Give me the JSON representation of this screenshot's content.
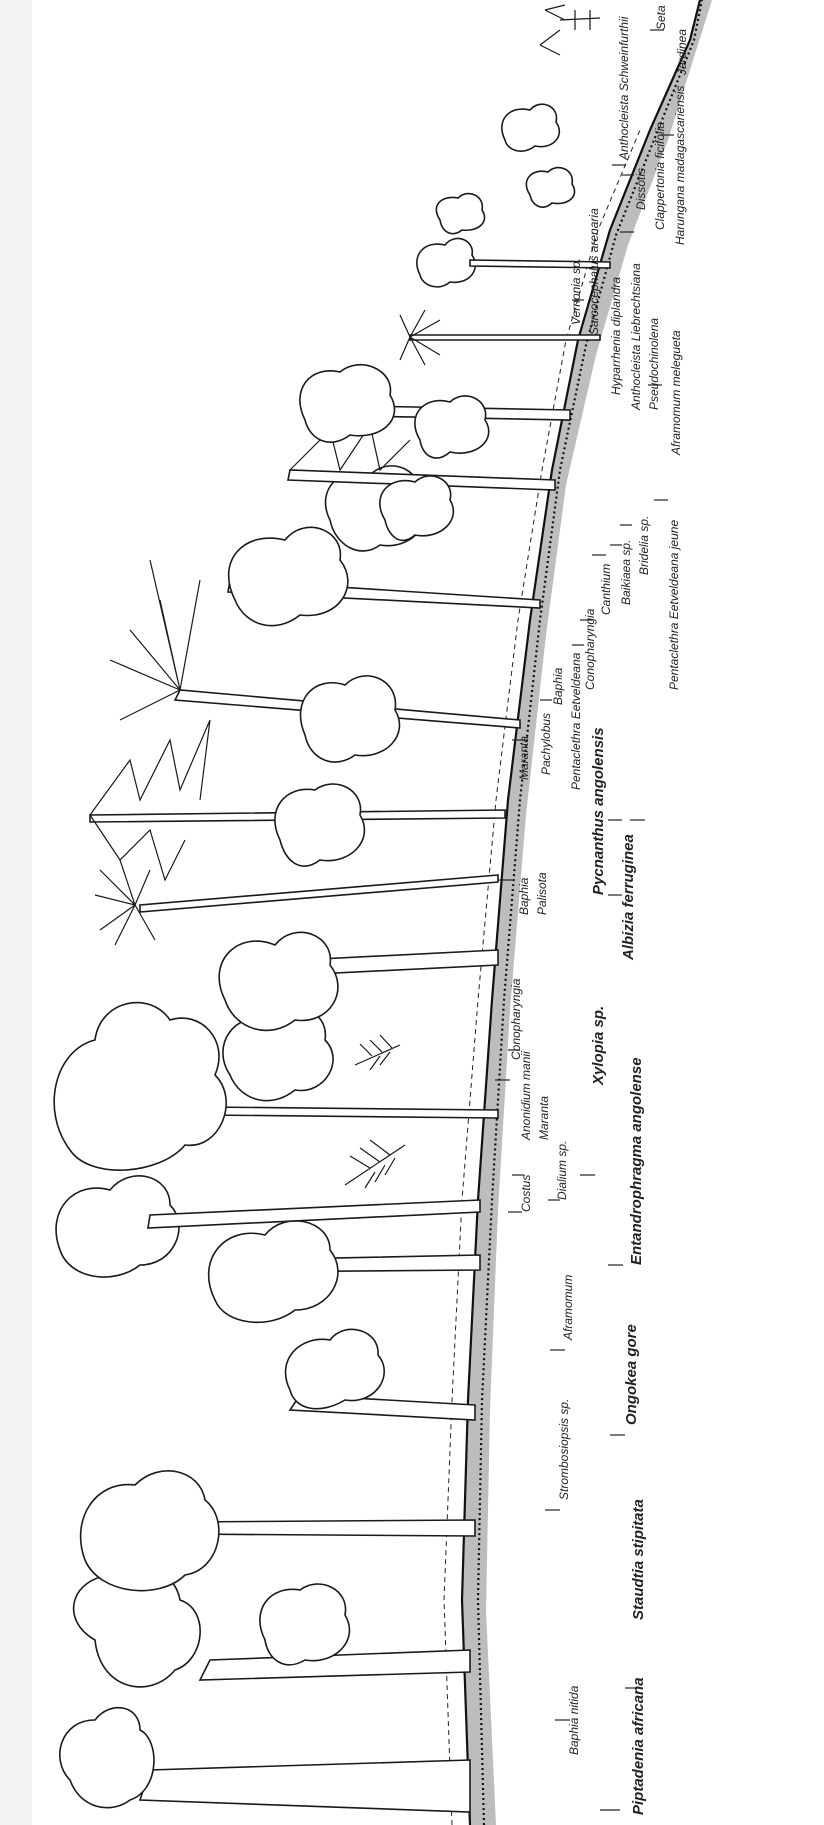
{
  "figure": {
    "description_free": true,
    "labels": [
      {
        "id": "piptadenia",
        "text": "Piptadenia africana",
        "size": "big"
      },
      {
        "id": "baphia-nitida",
        "text": "Baphia nitida",
        "size": "small"
      },
      {
        "id": "staudtia",
        "text": "Staudtia stipitata",
        "size": "big"
      },
      {
        "id": "strombosiopsis",
        "text": "Strombosiopsis sp.",
        "size": "small"
      },
      {
        "id": "ongokea",
        "text": "Ongokea gore",
        "size": "big"
      },
      {
        "id": "aframomum-1",
        "text": "Aframomum",
        "size": "small"
      },
      {
        "id": "entandrophragma",
        "text": "Entandrophragma angolense",
        "size": "big"
      },
      {
        "id": "costus",
        "text": "Costus",
        "size": "small"
      },
      {
        "id": "dialium",
        "text": "Dialium sp.",
        "size": "small"
      },
      {
        "id": "anonidium",
        "text": "Anonidium manii",
        "size": "small"
      },
      {
        "id": "maranta-1",
        "text": "Maranta",
        "size": "small"
      },
      {
        "id": "xylopia",
        "text": "Xylopia sp.",
        "size": "big"
      },
      {
        "id": "conopharyngia-1",
        "text": "Conopharyngia",
        "size": "small"
      },
      {
        "id": "baphia-1",
        "text": "Baphia",
        "size": "small"
      },
      {
        "id": "palisota",
        "text": "Palisota",
        "size": "small"
      },
      {
        "id": "pycnanthus",
        "text": "Pycnanthus angolensis",
        "size": "big"
      },
      {
        "id": "albizia",
        "text": "Albizia ferruginea",
        "size": "big"
      },
      {
        "id": "maranta-2",
        "text": "Maranta",
        "size": "small"
      },
      {
        "id": "pachylobus",
        "text": "Pachylobus",
        "size": "small"
      },
      {
        "id": "baphia-2",
        "text": "Baphia",
        "size": "small"
      },
      {
        "id": "pentaclethra-1",
        "text": "Pentaclethra Eetveldeana",
        "size": "small"
      },
      {
        "id": "conopharyngia-2",
        "text": "Conopharyngia",
        "size": "small"
      },
      {
        "id": "canthium",
        "text": "Canthium",
        "size": "small"
      },
      {
        "id": "baikiaea",
        "text": "Baikiaea sp.",
        "size": "small"
      },
      {
        "id": "bridelia",
        "text": "Bridelia sp.",
        "size": "small"
      },
      {
        "id": "pentaclethra-2",
        "text": "Pentaclethra Eetveldeana jeune",
        "size": "small"
      },
      {
        "id": "vernonia",
        "text": "Vernonia sp.",
        "size": "small"
      },
      {
        "id": "sarcocephalus",
        "text": "Sarcocephalus arenaria",
        "size": "small"
      },
      {
        "id": "hyparrhenia",
        "text": "Hyparrhenia diplandra",
        "size": "small"
      },
      {
        "id": "anthocleista-1",
        "text": "Anthocleista Liebrechtsiana",
        "size": "small"
      },
      {
        "id": "pseudochinolena",
        "text": "Pseudochinolena",
        "size": "small"
      },
      {
        "id": "aframomum-2",
        "text": "Aframomum melegueta",
        "size": "small"
      },
      {
        "id": "anthocleista-2",
        "text": "Anthocleista Schweinfurthii",
        "size": "small"
      },
      {
        "id": "dissotis",
        "text": "Dissotis",
        "size": "small"
      },
      {
        "id": "clappertonia",
        "text": "Clappertonia ficifolia",
        "size": "small"
      },
      {
        "id": "harungana",
        "text": "Harungana madagascariensis",
        "size": "small"
      },
      {
        "id": "setaria",
        "text": "Seta",
        "size": "small"
      },
      {
        "id": "jardinea",
        "text": "Jardinea",
        "size": "small"
      }
    ]
  }
}
